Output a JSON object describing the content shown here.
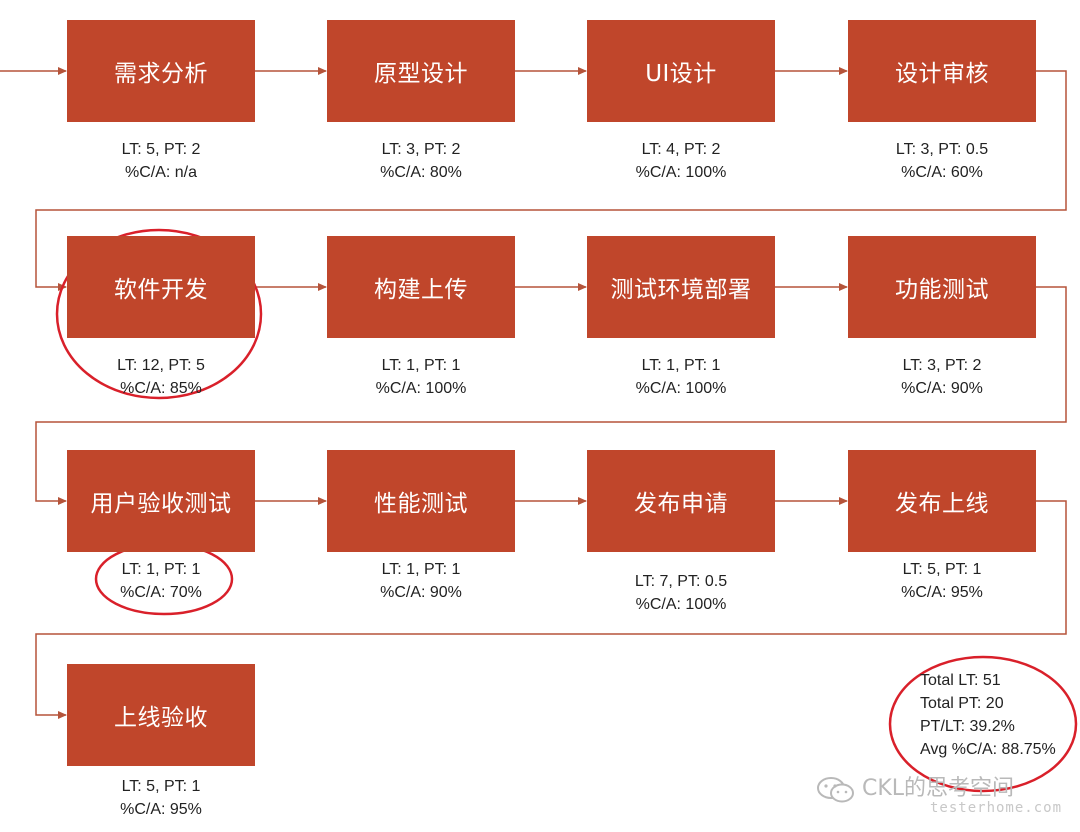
{
  "steps": [
    {
      "label": "需求分析",
      "lt_pt": "LT: 5, PT: 2",
      "ca": "%C/A: n/a"
    },
    {
      "label": "原型设计",
      "lt_pt": "LT: 3, PT: 2",
      "ca": "%C/A: 80%"
    },
    {
      "label": "UI设计",
      "lt_pt": "LT: 4, PT: 2",
      "ca": "%C/A: 100%"
    },
    {
      "label": "设计审核",
      "lt_pt": "LT: 3, PT: 0.5",
      "ca": "%C/A: 60%"
    },
    {
      "label": "软件开发",
      "lt_pt": "LT: 12, PT: 5",
      "ca": "%C/A: 85%"
    },
    {
      "label": "构建上传",
      "lt_pt": "LT: 1, PT: 1",
      "ca": "%C/A: 100%"
    },
    {
      "label": "测试环境部署",
      "lt_pt": "LT: 1, PT: 1",
      "ca": "%C/A: 100%"
    },
    {
      "label": "功能测试",
      "lt_pt": "LT: 3, PT: 2",
      "ca": "%C/A: 90%"
    },
    {
      "label": "用户验收测试",
      "lt_pt": "LT: 1, PT: 1",
      "ca": "%C/A: 70%"
    },
    {
      "label": "性能测试",
      "lt_pt": "LT: 1, PT: 1",
      "ca": "%C/A: 90%"
    },
    {
      "label": "发布申请",
      "lt_pt": "LT: 7, PT: 0.5",
      "ca": "%C/A: 100%"
    },
    {
      "label": "发布上线",
      "lt_pt": "LT: 5, PT: 1",
      "ca": "%C/A: 95%"
    },
    {
      "label": "上线验收",
      "lt_pt": "LT: 5, PT: 1",
      "ca": "%C/A: 95%"
    }
  ],
  "summary": {
    "total_lt": "Total LT: 51",
    "total_pt": "Total PT: 20",
    "pt_lt": "PT/LT: 39.2%",
    "avg_ca": "Avg %C/A: 88.75%"
  },
  "watermark": {
    "text": "CKL的思考空间",
    "sub": "testerhome.com"
  },
  "colors": {
    "box_fill": "#c0462b",
    "box_text": "#ffffff",
    "arrow": "#b5543a",
    "highlight_ring": "#d9202a",
    "metric_text": "#222222"
  }
}
